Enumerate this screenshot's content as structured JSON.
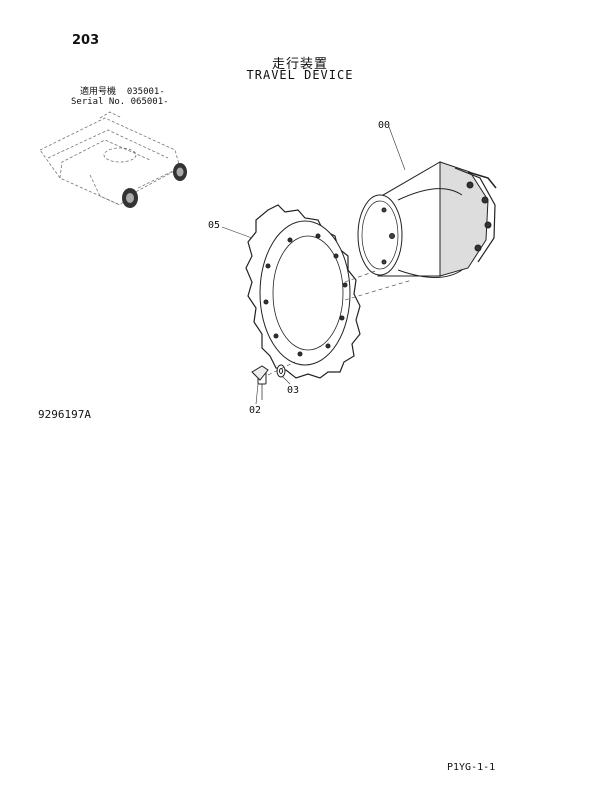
{
  "header": {
    "page_number": "203",
    "title_jp": "走行装置",
    "title_en": "TRAVEL DEVICE"
  },
  "applicability": {
    "jp_line": "適用号機  035001-",
    "en_line": "Serial No. 065001-"
  },
  "callouts": {
    "c00": "00",
    "c05": "05",
    "c03": "03",
    "c02": "02"
  },
  "drawing_id": "9296197A",
  "footer": {
    "ref": "P1YG-1-1"
  }
}
